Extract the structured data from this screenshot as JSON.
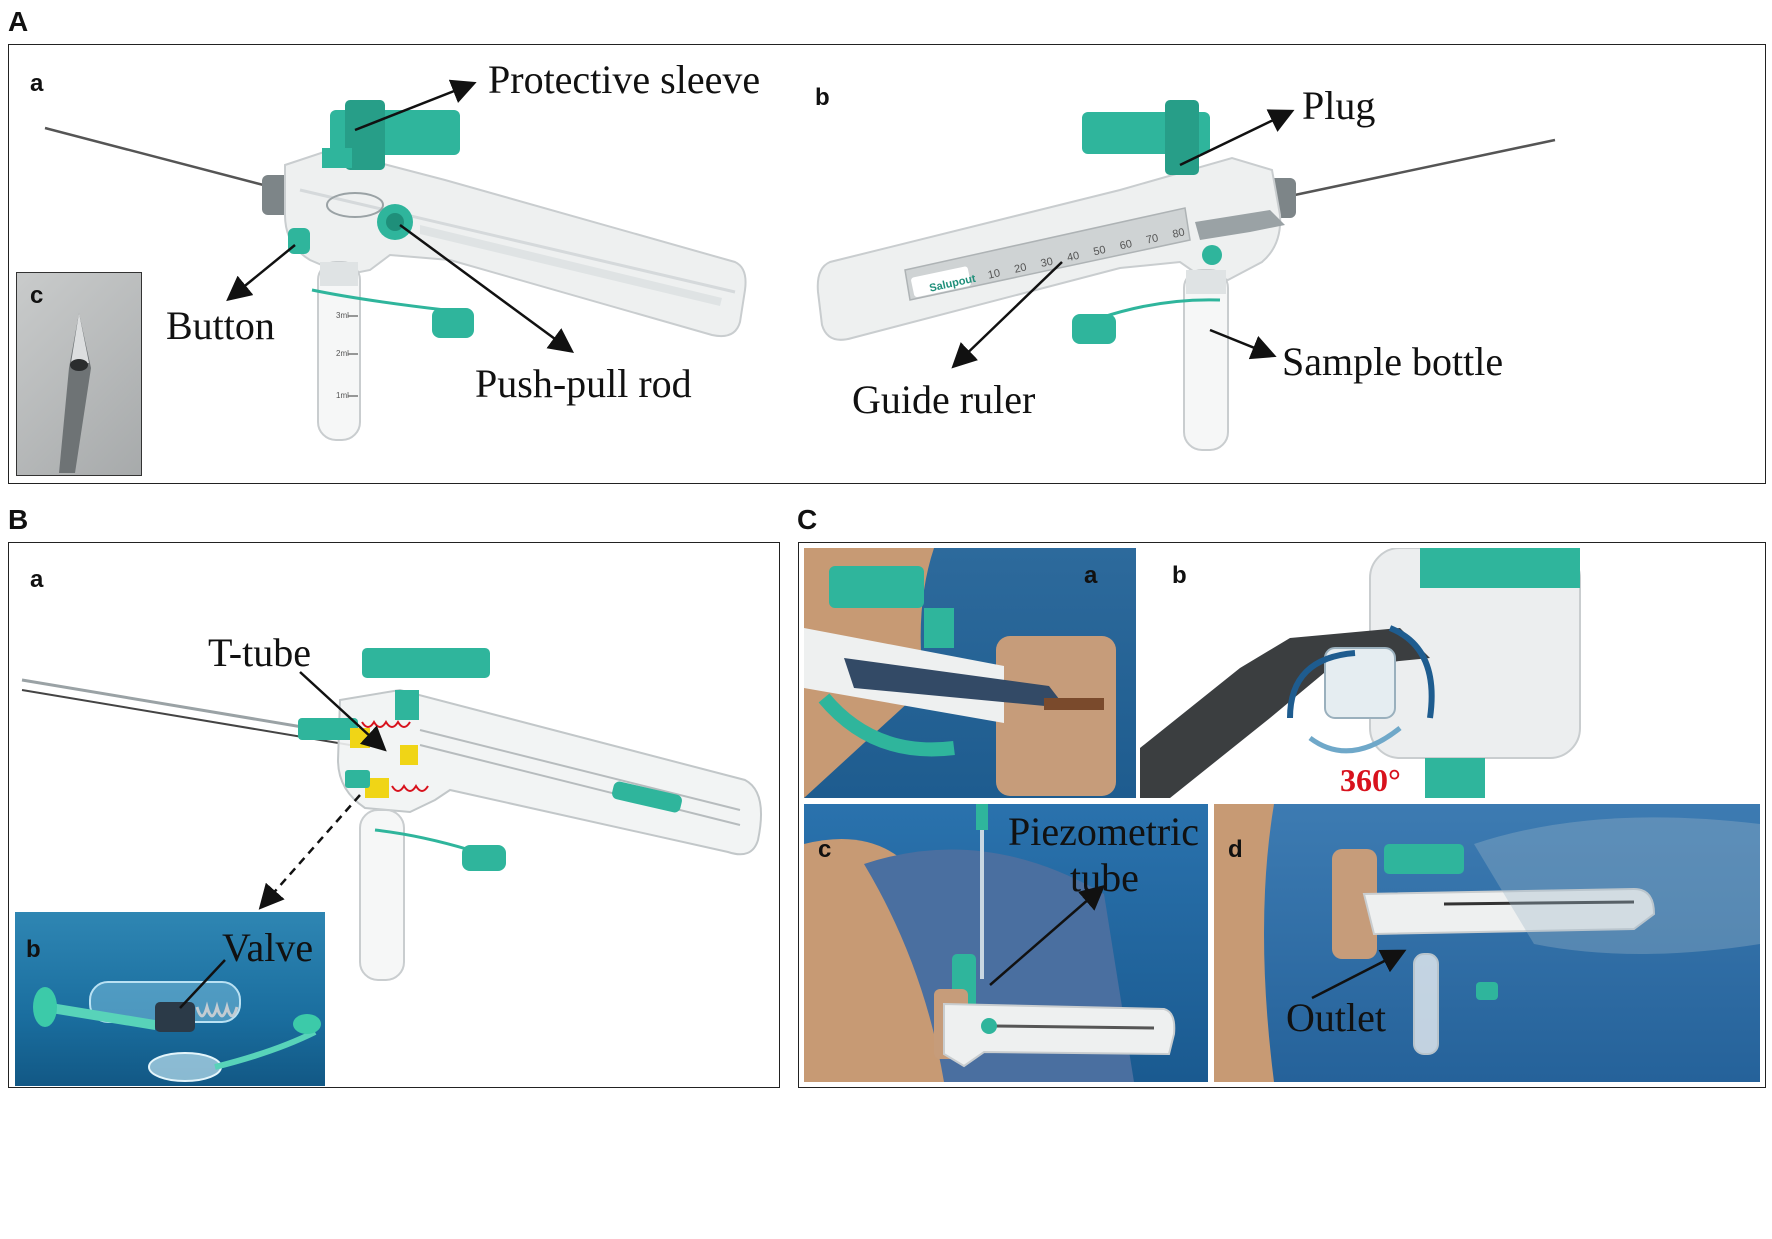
{
  "panels": {
    "A": {
      "letter": "A",
      "subpanels": {
        "a": "a",
        "b": "b",
        "c": "c"
      },
      "labels": {
        "protective_sleeve": "Protective sleeve",
        "button": "Button",
        "push_pull_rod": "Push-pull rod",
        "plug": "Plug",
        "guide_ruler": "Guide ruler",
        "sample_bottle": "Sample bottle"
      },
      "ruler_ticks": [
        "10",
        "20",
        "30",
        "40",
        "50",
        "60",
        "70",
        "80"
      ],
      "ruler_brand": "Salupout",
      "bottle_marks": [
        "3ml",
        "2ml",
        "1ml"
      ]
    },
    "B": {
      "letter": "B",
      "subpanels": {
        "a": "a",
        "b": "b"
      },
      "labels": {
        "t_tube": "T-tube",
        "valve": "Valve"
      }
    },
    "C": {
      "letter": "C",
      "subpanels": {
        "a": "a",
        "b": "b",
        "c": "c",
        "d": "d"
      },
      "labels": {
        "piezometric_line1": "Piezometric",
        "piezometric_line2": "tube",
        "outlet": "Outlet",
        "rotation": "360°"
      }
    }
  },
  "colors": {
    "teal": "#2fb59c",
    "teal_dark": "#1f8f7a",
    "body_white": "#eef0f0",
    "body_shade": "#c9cdcf",
    "scene_blue": "#1e5c8f",
    "skin": "#c79a74",
    "red_label": "#d8121d"
  }
}
